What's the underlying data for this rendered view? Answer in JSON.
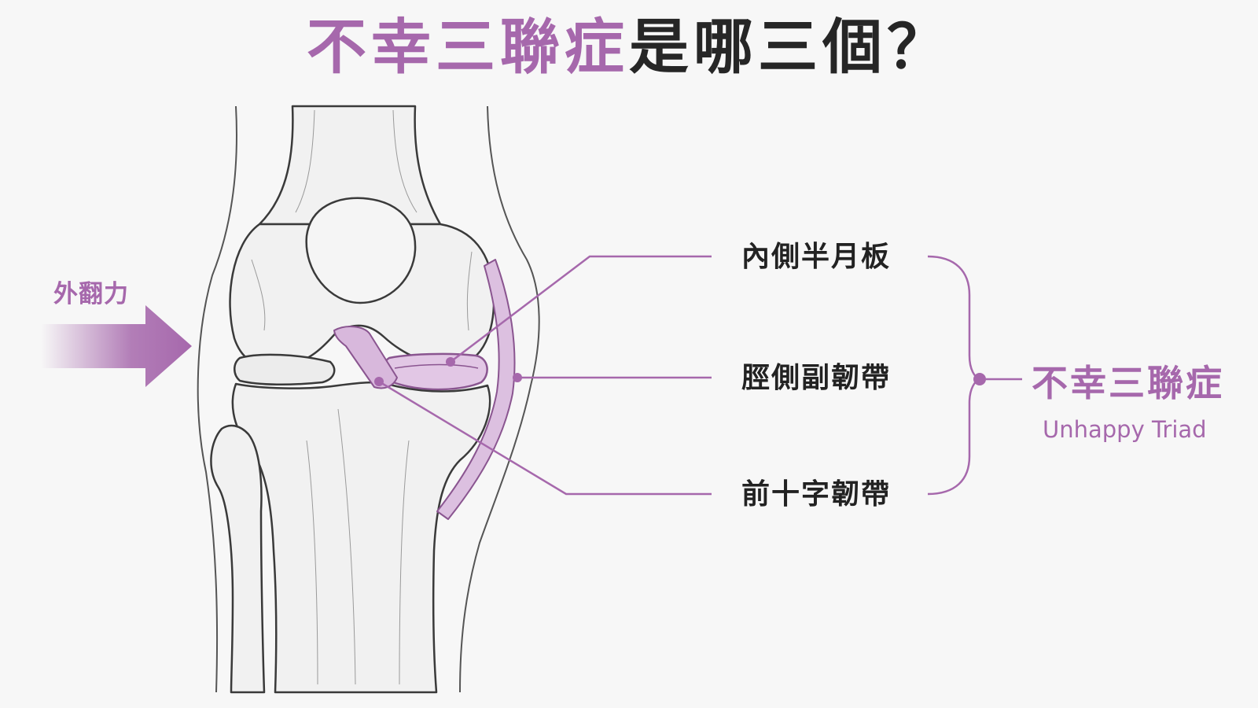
{
  "title": {
    "highlight": "不幸三聯症",
    "rest": "是哪三個？"
  },
  "force_label": "外翻力",
  "labels": {
    "medial_meniscus": "內側半月板",
    "mcl": "脛側副韌帶",
    "acl": "前十字韌帶"
  },
  "triad": {
    "zh": "不幸三聯症",
    "en": "Unhappy Triad"
  },
  "colors": {
    "accent": "#a668ac",
    "text": "#222222",
    "background": "#f7f7f7"
  },
  "icons": [
    "knee-joint-illustration",
    "valgus-force-arrow",
    "right-brace"
  ]
}
